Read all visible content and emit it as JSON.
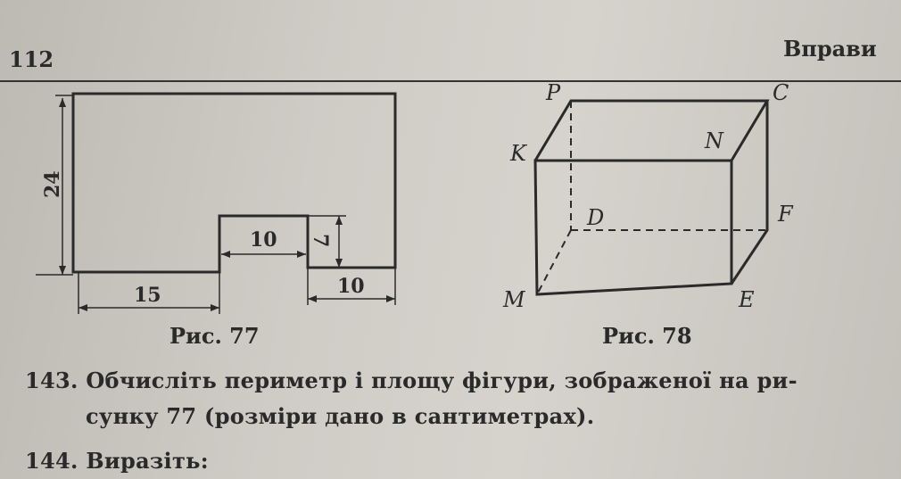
{
  "header": {
    "page_number": "112",
    "section": "Вправи"
  },
  "figure77": {
    "caption": "Рис. 77",
    "dims": {
      "height": "24",
      "left_bottom": "15",
      "notch_width": "10",
      "notch_height": "7",
      "right_bottom": "10"
    }
  },
  "figure78": {
    "caption": "Рис. 78",
    "vertices": {
      "P": "P",
      "C": "C",
      "K": "K",
      "N": "N",
      "D": "D",
      "F": "F",
      "M": "M",
      "E": "E"
    }
  },
  "exercises": [
    {
      "number": "143.",
      "text_line1": "Обчисліть периметр і площу фігури, зображеної на ри-",
      "text_line2": "сунку 77 (розміри дано в сантиметрах)."
    },
    {
      "number": "144.",
      "text_line1": "Виразіть:"
    }
  ]
}
